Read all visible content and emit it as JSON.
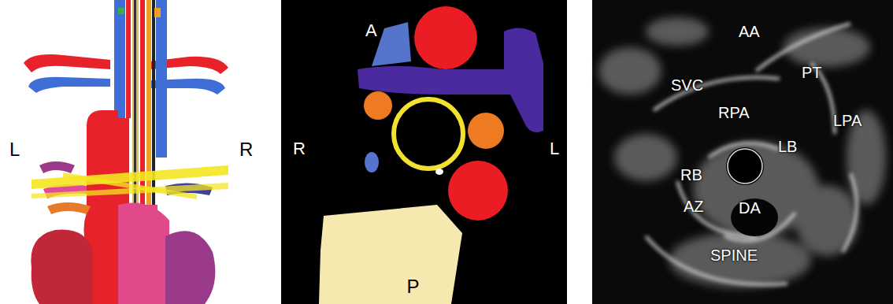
{
  "diagram": {
    "nodes": [
      {
        "text": [
          "P"
        ]
      }
    ],
    "labels": [
      "L",
      "R",
      "A",
      "R",
      "L",
      "AA",
      "PT",
      "SVC",
      "RPA",
      "LPA",
      "LB",
      "RB",
      "AZ",
      "DA",
      "SPINE"
    ]
  }
}
